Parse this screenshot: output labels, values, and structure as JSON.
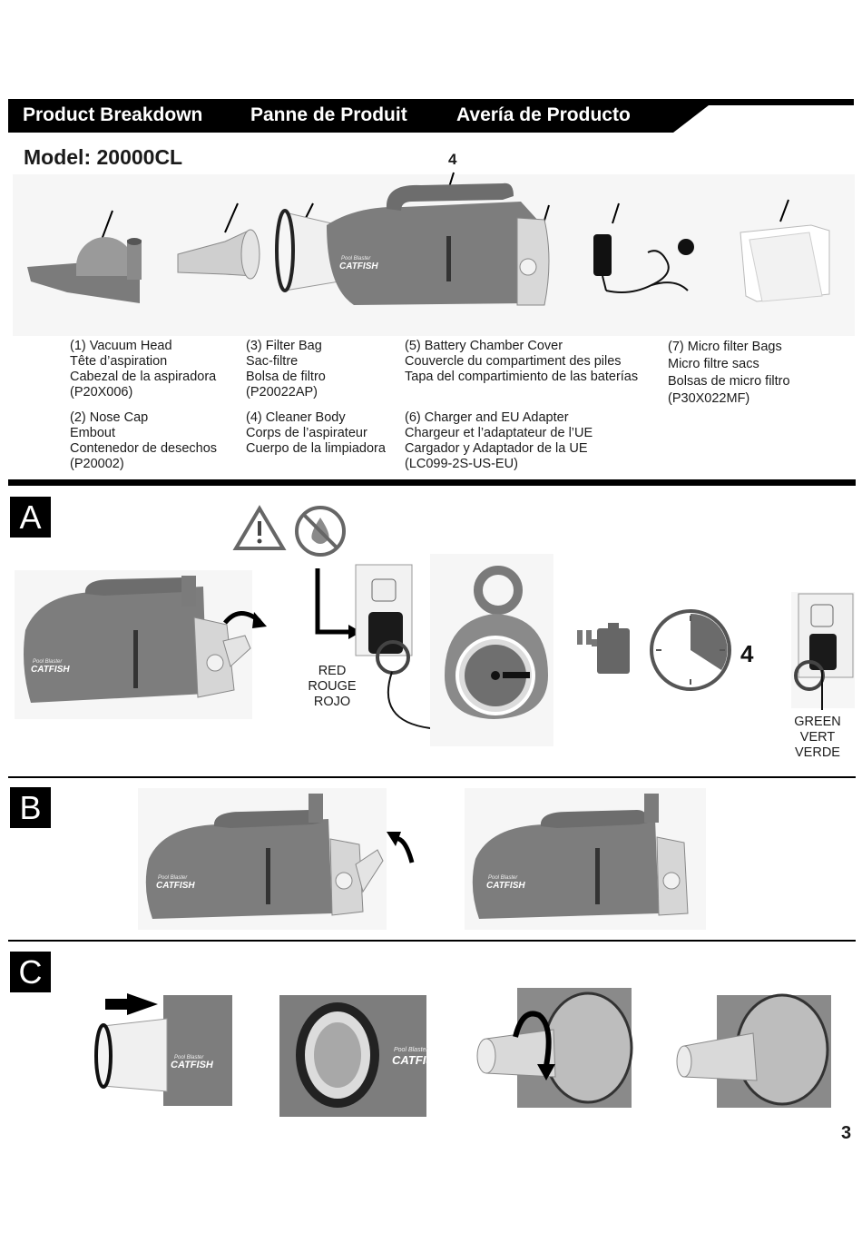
{
  "header": {
    "en": "Product Breakdown",
    "fr": "Panne de Produit",
    "es": "Avería de Producto"
  },
  "model": "Model: 20000CL",
  "part_numbers": [
    "1",
    "2",
    "3",
    "4",
    "5",
    "6",
    "7"
  ],
  "brand_logo": {
    "line1": "Pool Blaster",
    "line2": "CATFISH"
  },
  "parts": {
    "p1": [
      "(1) Vacuum Head",
      "Tête d’aspiration",
      "Cabezal de la aspiradora",
      "(P20X006)"
    ],
    "p2": [
      "(2) Nose Cap",
      "Embout",
      "Contenedor de desechos",
      "(P20002)"
    ],
    "p3": [
      "(3) Filter Bag",
      "Sac-filtre",
      "Bolsa de filtro",
      "(P20022AP)"
    ],
    "p4": [
      "(4) Cleaner Body",
      "Corps de l’aspirateur",
      "Cuerpo de la limpiadora"
    ],
    "p5": [
      "(5) Battery Chamber Cover",
      "Couvercle du compartiment des piles",
      "Tapa del compartimiento de las baterías"
    ],
    "p6": [
      "(6) Charger and EU Adapter",
      "Chargeur et l’adaptateur de l’UE",
      "Cargador y Adaptador de la UE",
      "(LC099-2S-US-EU)"
    ],
    "p7": [
      "(7) Micro filter Bags",
      "Micro filtre sacs",
      "Bolsas de micro filtro",
      "(P30X022MF)"
    ]
  },
  "sections": {
    "a": {
      "letter": "A",
      "red_label": [
        "RED",
        "ROUGE",
        "ROJO"
      ],
      "green_label": [
        "GREEN",
        "VERT",
        "VERDE"
      ],
      "hours": "4"
    },
    "b": {
      "letter": "B"
    },
    "c": {
      "letter": "C"
    }
  },
  "page_number": "3",
  "colors": {
    "banner": "#000000",
    "body_gray": "#7a7a7a",
    "cover_gray": "#d4d4d4",
    "clock_fill": "#6b6b6b"
  }
}
